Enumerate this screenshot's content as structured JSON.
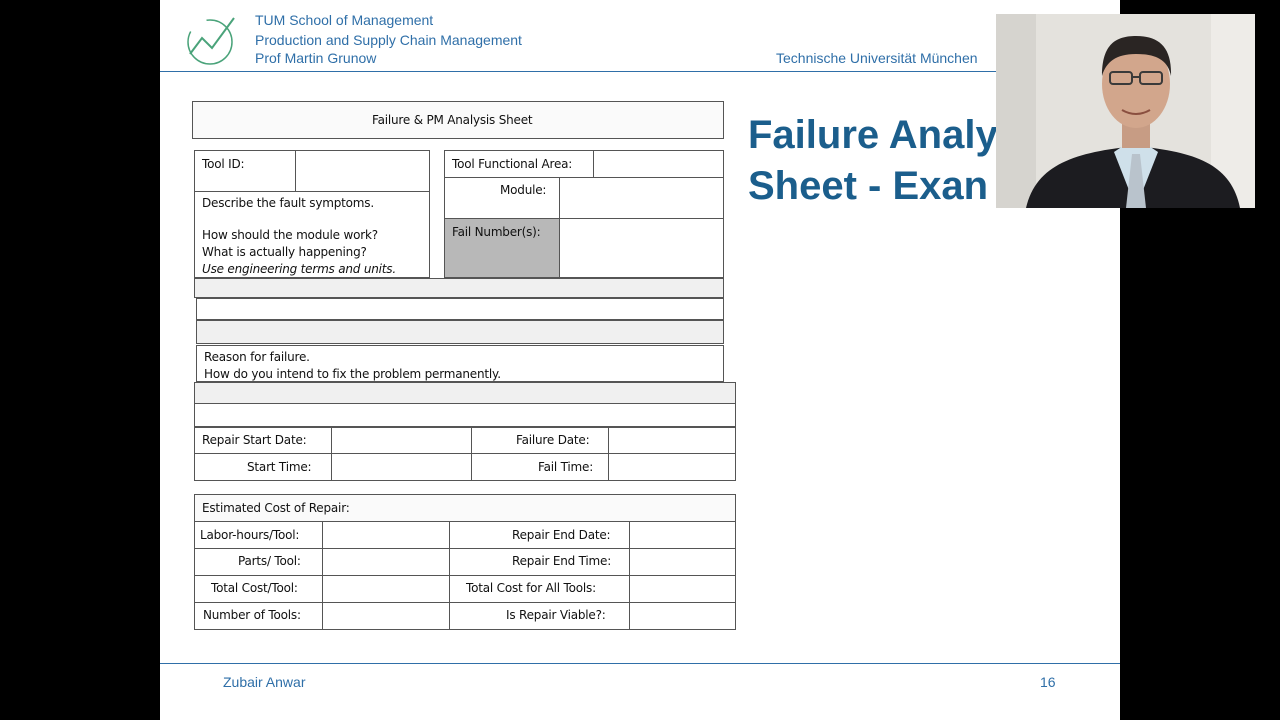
{
  "header": {
    "line1": "TUM School of Management",
    "line2": "Production and Supply Chain Management",
    "line3": "Prof Martin Grunow",
    "university": "Technische Universität München"
  },
  "slide": {
    "title_line1": "Failure Analy",
    "title_line2": "Sheet - Exan"
  },
  "form": {
    "title": "Failure & PM Analysis Sheet",
    "tool_id": "Tool ID:",
    "tool_functional_area": "Tool Functional Area:",
    "module": "Module:",
    "fail_numbers": "Fail Number(s):",
    "describe": "Describe the fault symptoms.",
    "how_should": "How should the module work?",
    "what_actually": "What is actually happening?",
    "use_terms": "Use engineering terms and units.",
    "reason": "Reason for failure.",
    "how_fix": "How do you intend to fix the problem permanently.",
    "repair_start_date": "Repair Start Date:",
    "failure_date": "Failure Date:",
    "start_time": "Start Time:",
    "fail_time": "Fail Time:",
    "estimated_cost": "Estimated Cost of Repair:",
    "labor_hours": "Labor-hours/Tool:",
    "repair_end_date": "Repair End Date:",
    "parts_tool": "Parts/ Tool:",
    "repair_end_time": "Repair End Time:",
    "total_cost_tool": "Total Cost/Tool:",
    "total_cost_all": "Total Cost for All Tools:",
    "number_of_tools": "Number of Tools:",
    "is_repair_viable": "Is Repair Viable?:"
  },
  "footer": {
    "presenter": "Zubair Anwar",
    "page_number": "16"
  },
  "colors": {
    "accent": "#2f6fa8",
    "title": "#1b5e8c"
  }
}
